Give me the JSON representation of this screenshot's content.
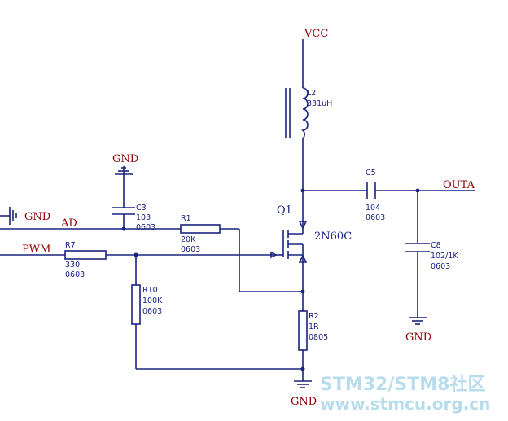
{
  "nets": {
    "vcc": "VCC",
    "gnd": "GND",
    "ad": "AD",
    "pwm": "PWM",
    "outa": "OUTA"
  },
  "components": {
    "l2": {
      "designator": "L2",
      "value": "331uH"
    },
    "q1": {
      "designator": "Q1",
      "value": "2N60C"
    },
    "c3": {
      "designator": "C3",
      "value": "103",
      "package": "0603"
    },
    "c5": {
      "designator": "C5",
      "value": "104",
      "package": "0603"
    },
    "c8": {
      "designator": "C8",
      "value": "102/1K",
      "package": "0603"
    },
    "r1": {
      "designator": "R1",
      "value": "20K",
      "package": "0603"
    },
    "r2": {
      "designator": "R2",
      "value": "1R",
      "package": "0805"
    },
    "r7": {
      "designator": "R7",
      "value": "330",
      "package": "0603"
    },
    "r10": {
      "designator": "R10",
      "value": "100K",
      "package": "0603"
    }
  },
  "watermark": {
    "line1": "STM32/STM8社区",
    "line2": "www.stmcu.org.cn"
  },
  "colors": {
    "wire": "#1a237e",
    "net_label": "#8b0000",
    "watermark": "#b7dcec"
  }
}
